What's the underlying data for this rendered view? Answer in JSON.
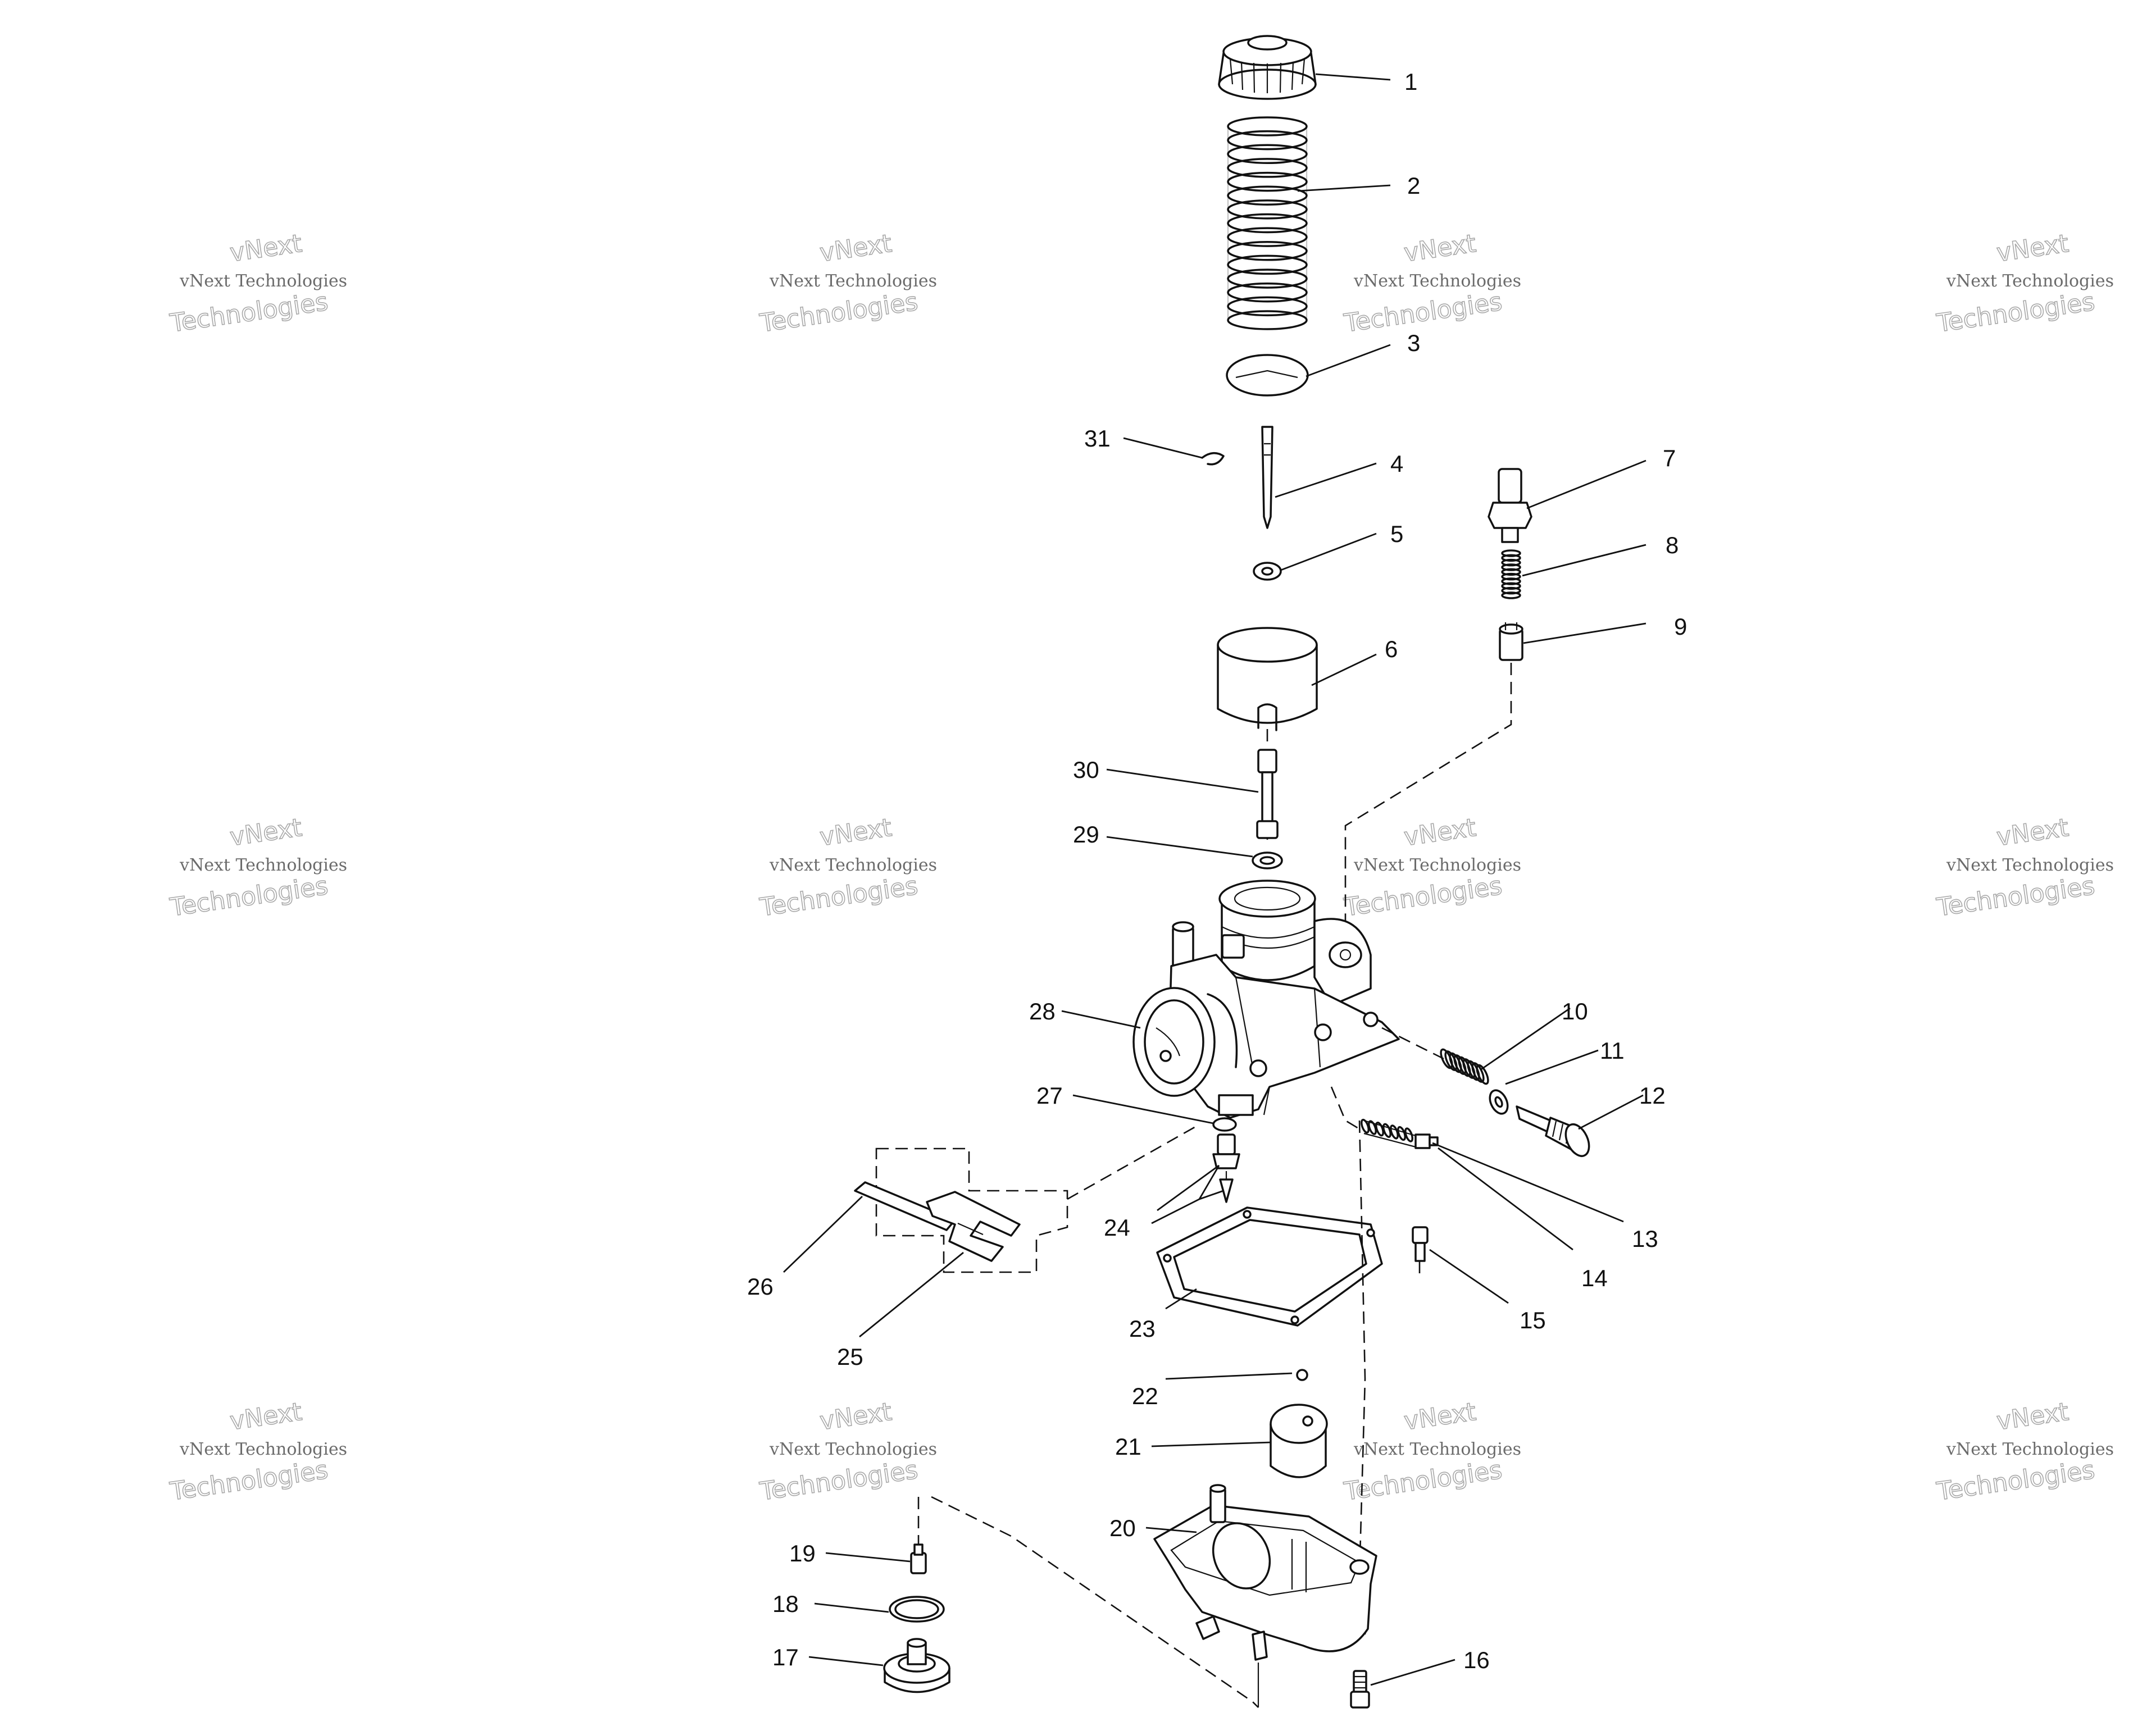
{
  "watermark": {
    "line1": "vNext Technologies",
    "line2": "vNext",
    "line3": "Technologies"
  },
  "callouts": [
    "1",
    "2",
    "3",
    "4",
    "5",
    "6",
    "7",
    "8",
    "9",
    "10",
    "11",
    "12",
    "13",
    "14",
    "15",
    "16",
    "17",
    "18",
    "19",
    "20",
    "21",
    "22",
    "23",
    "24",
    "25",
    "26",
    "27",
    "28",
    "29",
    "30",
    "31"
  ]
}
